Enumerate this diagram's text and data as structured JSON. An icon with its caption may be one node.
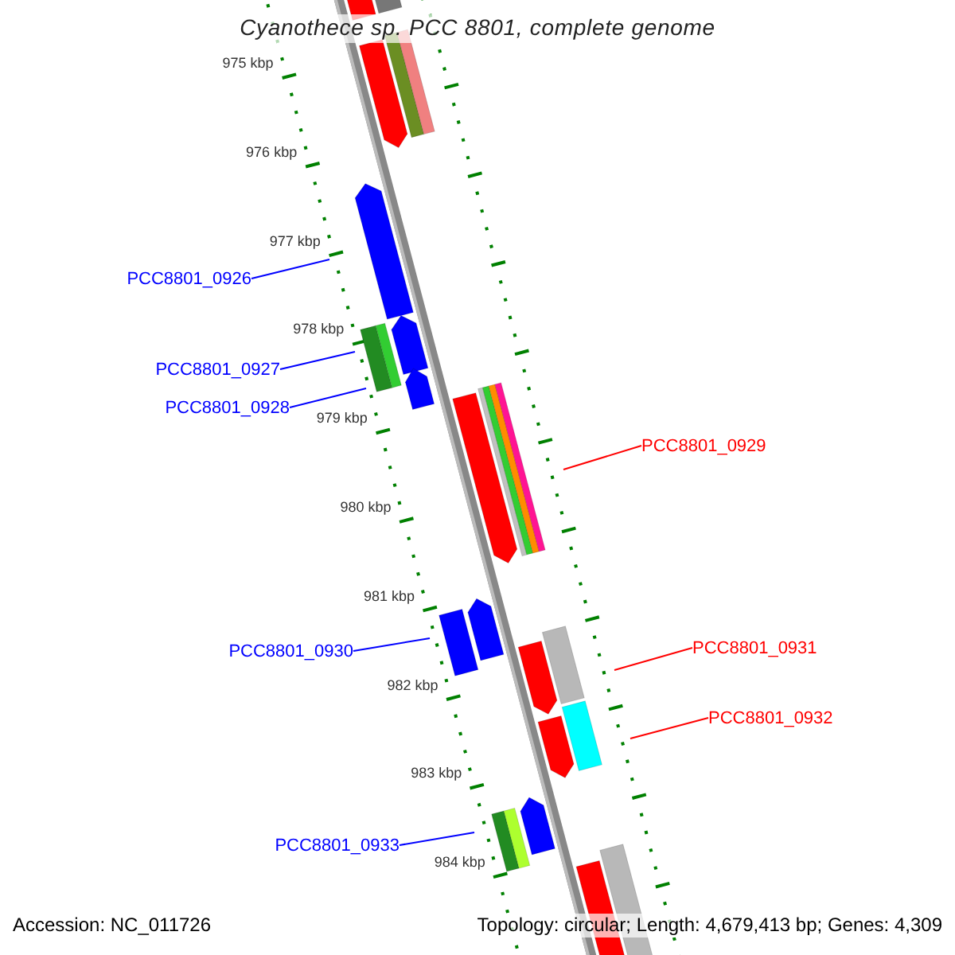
{
  "diagram": {
    "title": "Cyanothece sp. PCC 8801, complete genome",
    "nodes": [
      {
        "text": [
          "PCC8801_0926"
        ]
      },
      {
        "text": [
          "PCC8801_0927"
        ]
      },
      {
        "text": [
          "PCC8801_0928"
        ]
      },
      {
        "text": [
          "PCC8801_0929"
        ]
      },
      {
        "text": [
          "PCC8801_0930"
        ]
      },
      {
        "text": [
          "PCC8801_0931"
        ]
      },
      {
        "text": [
          "PCC8801_0932"
        ]
      },
      {
        "text": [
          "PCC8801_0933"
        ]
      }
    ],
    "edges": [
      {
        "from": 0,
        "to": null,
        "arrow": "none"
      },
      {
        "from": 1,
        "to": null,
        "arrow": "none"
      },
      {
        "from": 2,
        "to": null,
        "arrow": "none"
      },
      {
        "from": 3,
        "to": null,
        "arrow": "none",
        "color": "#ff0000"
      },
      {
        "from": 4,
        "to": null,
        "arrow": "none"
      },
      {
        "from": 5,
        "to": null,
        "arrow": "none",
        "color": "#ff0000"
      },
      {
        "from": 6,
        "to": null,
        "arrow": "none",
        "color": "#ff0000"
      },
      {
        "from": 7,
        "to": null,
        "arrow": "none"
      }
    ],
    "labels": [
      "975 kbp",
      "976 kbp",
      "977 kbp",
      "978 kbp",
      "979 kbp",
      "980 kbp",
      "981 kbp",
      "982 kbp",
      "983 kbp",
      "984 kbp",
      "Accession: NC_011726",
      "Topology: circular; Length: 4,679,413 bp; Genes: 4,309"
    ]
  }
}
